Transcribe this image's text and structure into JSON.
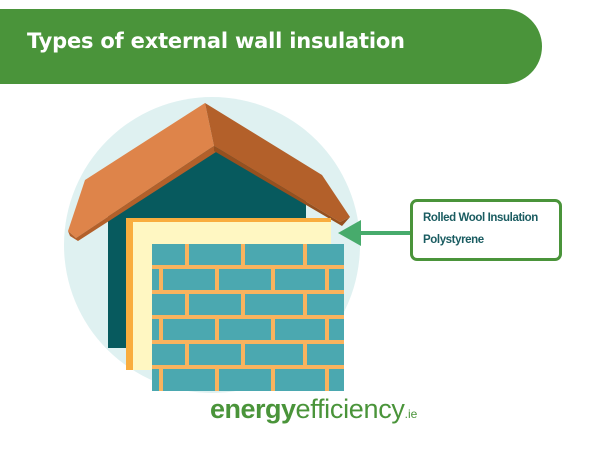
{
  "header": {
    "title": "Types of external wall insulation",
    "background_color": "#4a943a"
  },
  "illustration": {
    "subject": "house-wall-cross-section",
    "layers": [
      "roof",
      "wall",
      "insulation",
      "brick-cladding"
    ],
    "colors": {
      "circle": "#dff1f1",
      "roof_light": "#de844a",
      "roof_dark": "#b3602a",
      "wall": "#075a5e",
      "insulation_panel": "#fff7c2",
      "insulation_edge": "#f9ad3e",
      "brick": "#4ba8b0",
      "mortar": "#f9b35e",
      "arrow": "#47ab6c"
    }
  },
  "callout": {
    "items": [
      "Rolled Wool Insulation",
      "Polystyrene"
    ],
    "border_color": "#4a943a",
    "text_color": "#1a5c61"
  },
  "logo": {
    "part1": "energy",
    "part2": "efficiency",
    "tld": ".ie",
    "color": "#4a943a"
  }
}
